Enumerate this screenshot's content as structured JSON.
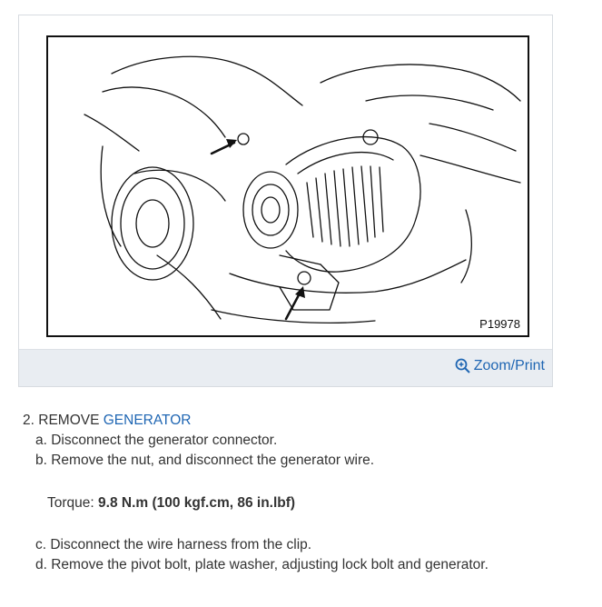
{
  "figure": {
    "code": "P19978",
    "zoom_label": "Zoom/Print",
    "zoom_icon": "zoom-in-icon"
  },
  "step": {
    "number": "2.",
    "action": "REMOVE",
    "target": "GENERATOR",
    "sub_a": "a. Disconnect the generator connector.",
    "sub_b": "b. Remove the nut, and disconnect the generator wire.",
    "torque_label": "Torque:",
    "torque_value": "9.8 N.m (100 kgf.cm, 86 in.lbf)",
    "sub_c": "c. Disconnect the wire harness from the clip.",
    "sub_d": "d. Remove the pivot bolt, plate washer, adjusting lock bolt and generator."
  },
  "colors": {
    "link": "#1f66b3",
    "footer_bg": "#e9edf2"
  }
}
